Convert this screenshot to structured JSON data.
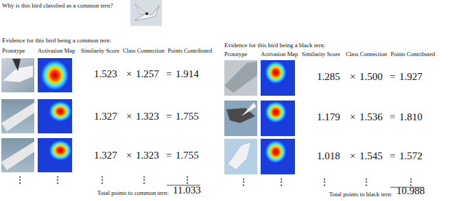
{
  "diagram": {
    "title": "Why is this bird classfied as a common tern?",
    "labels": [
      "Evidence for this bird being a common tern:",
      "Prototype",
      "Activation Map",
      "Similarity Score",
      "Class Connection",
      "Points Contributed",
      "1.523",
      "×",
      "1.257",
      "=",
      "1.914",
      "1.327",
      "×",
      "1.323",
      "=",
      "1.755",
      "1.327",
      "×",
      "1.323",
      "=",
      "1.755",
      "⋮",
      "⋮",
      "⋮",
      "⋮",
      "⋮",
      "Total points to common tern:",
      "11.033",
      "Evidence for this bird being a black tern:",
      "Prototype",
      "Activation Map",
      "Similarity Score",
      "Class Connection",
      "Points Contributed",
      "1.285",
      "×",
      "1.500",
      "=",
      "1.927",
      "1.179",
      "×",
      "1.536",
      "=",
      "1.810",
      "1.018",
      "×",
      "1.545",
      "=",
      "1.572",
      "⋮",
      "⋮",
      "⋮",
      "⋮",
      "⋮",
      "Total points to black tern:",
      "10.988"
    ]
  }
}
